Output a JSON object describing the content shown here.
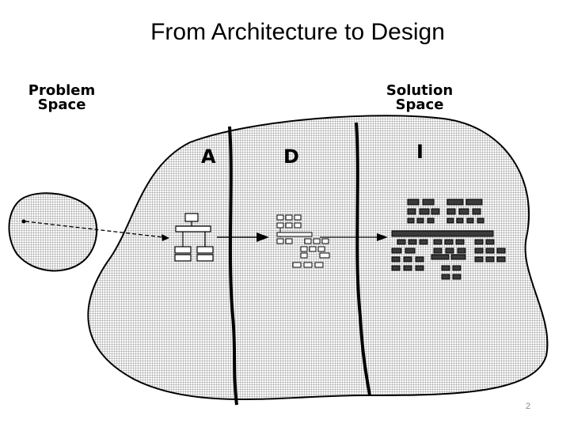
{
  "slide": {
    "title": "From Architecture to Design",
    "page_number": "2"
  },
  "diagram": {
    "problem_space_label": "Problem Space",
    "solution_space_label": "Solution Space",
    "regions": [
      "A",
      "D",
      "I"
    ],
    "colors": {
      "stroke": "#000000",
      "fill_pattern": "#cfcfcf",
      "background": "#ffffff"
    }
  }
}
